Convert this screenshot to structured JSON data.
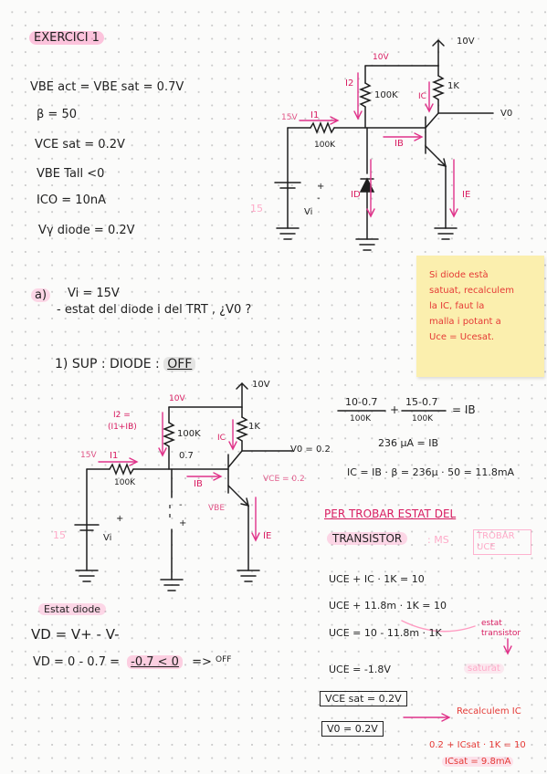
{
  "header": {
    "title": "EXERCICI 1"
  },
  "givens": [
    "VBE act  = VBE sat  = 0.7V",
    "β = 50",
    "VCE sat  = 0.2V",
    "VBE  Tall <0",
    "ICO = 10nA",
    "Vγ diode = 0.2V"
  ],
  "circuit1": {
    "vcc": "10V",
    "vcc_pink": "10V",
    "r_c": "1K",
    "r_2": "100K",
    "r_1": "100K",
    "i2": "I2",
    "ic": "IC",
    "i1": "I1",
    "ib": "IB",
    "id": "ID",
    "ie": "IE",
    "vi": "Vi",
    "vo": "V0",
    "v15": "15V",
    "v15b": "15",
    "plus": "+",
    "minus": "-"
  },
  "note": {
    "lines": [
      "Si diode està",
      "satuat, recalculem",
      "la IC, faut la",
      "malla i potant a",
      "Uce = Ucesat."
    ]
  },
  "question": {
    "label": "a)",
    "line1": "Vi = 15V",
    "line2": "- estat del diode   i del TRT   , ¿V0 ?"
  },
  "sup": {
    "prefix": "1)  SUP :  DIODE :",
    "state": "OFF"
  },
  "circuit2": {
    "vcc": "10V",
    "vcc_pink": "10V",
    "r_c": "1K",
    "r_2": "100K",
    "r_1": "100K",
    "i2a": "I2 =",
    "i2b": "(I1+IB)",
    "ic": "IC",
    "i1": "I1",
    "ib": "IB",
    "ie": "IE",
    "vbe": "VBE",
    "vi": "Vi",
    "vo": "V0 = 0.2",
    "vce": "VCE = 0.2",
    "v15": "15V",
    "v15b": "15",
    "v07": "0.7",
    "plus": "+",
    "minus": "-"
  },
  "calc": {
    "frac1_num": "10-0.7",
    "frac1_den": "100K",
    "plus": "+",
    "frac2_num": "15-0.7",
    "frac2_den": "100K",
    "eq_ib": "= IB",
    "ib_val": "236 μA = IB",
    "ic_val": "IC = IB · β  = 236μ · 50  =  11.8mA"
  },
  "transistor": {
    "heading1": "PER TROBAR ESTAT DEL",
    "heading2": "TRANSISTOR",
    "ghost_ms": ": MS",
    "ghost_box": "TROBAR UCE",
    "lines": [
      "UCE + IC · 1K = 10",
      "UCE + 11.8m · 1K = 10",
      "UCE = 10 - 11.8m · 1K",
      "UCE = -1.8V"
    ],
    "estat_label": "estat transistor",
    "sat_ghost": "saturat",
    "vce_sat": "VCE sat  = 0.2V",
    "vo_result": "V0 = 0.2V"
  },
  "recalc": {
    "label": "Recalculem IC",
    "line1": "0.2 + ICsat · 1K = 10",
    "line2": "ICsat = 9.8mA"
  },
  "diode_state": {
    "heading": "Estat diode",
    "line1": "VD = V+ - V-",
    "line2_prefix": "VD =  0  -  0.7   =",
    "line2_hl": "-0.7 < 0",
    "line2_arrow": "=>",
    "line2_off": "OFF"
  }
}
